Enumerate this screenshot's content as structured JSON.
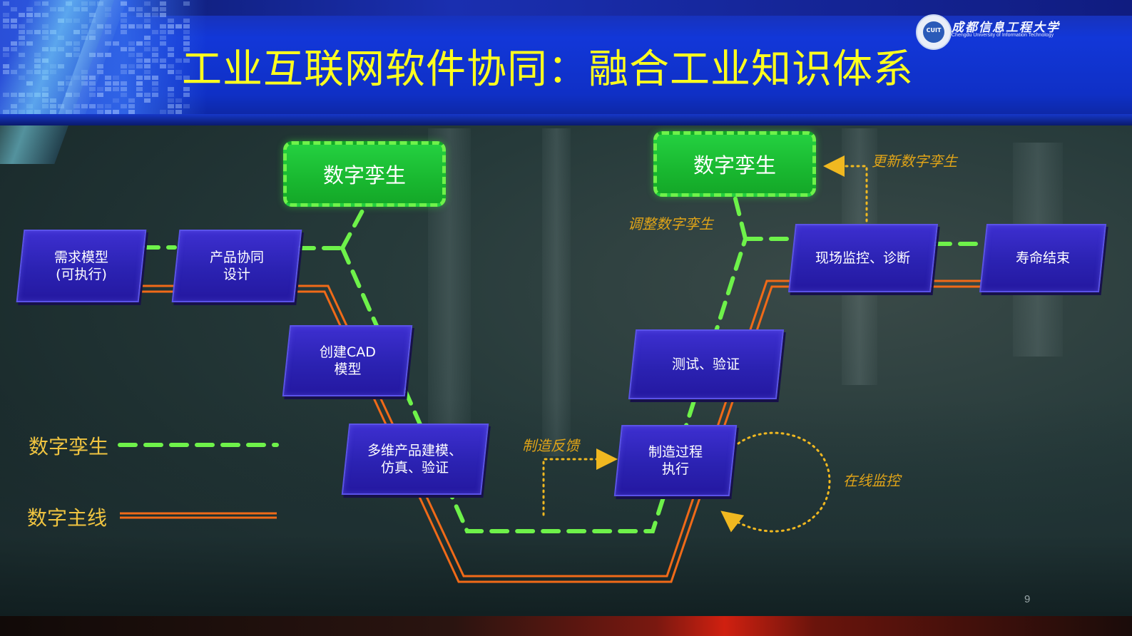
{
  "title": "工业互联网软件协同：融合工业知识体系",
  "logo": {
    "seal": "CUIT",
    "school_cn": "成都信息工程大学",
    "school_en": "Chengdu University of Information Technology"
  },
  "page_number": "9",
  "digital_twins": [
    {
      "label": "数字孪生"
    },
    {
      "label": "数字孪生"
    }
  ],
  "nodes": {
    "requirements": "需求模型\n(可执行)",
    "collab_design": "产品协同\n设计",
    "cad_model": "创建CAD\n模型",
    "multi_dim": "多维产品建模、\n仿真、验证",
    "manufacturing": "制造过程\n执行",
    "test_verify": "测试、验证",
    "monitoring": "现场监控、诊断",
    "end_of_life": "寿命结束"
  },
  "annotations": {
    "update_twin": "更新数字孪生",
    "adjust_twin": "调整数字孪生",
    "mfg_feedback": "制造反馈",
    "online_monitor": "在线监控"
  },
  "legend": {
    "digital_twin": "数字孪生",
    "digital_thread": "数字主线"
  },
  "colors": {
    "title_yellow": "#ffff1e",
    "twin_green": "#6ef24a",
    "thread_orange": "#f06a18",
    "annotation_gold": "#e0a418",
    "node_blue": "#2b22b2"
  }
}
